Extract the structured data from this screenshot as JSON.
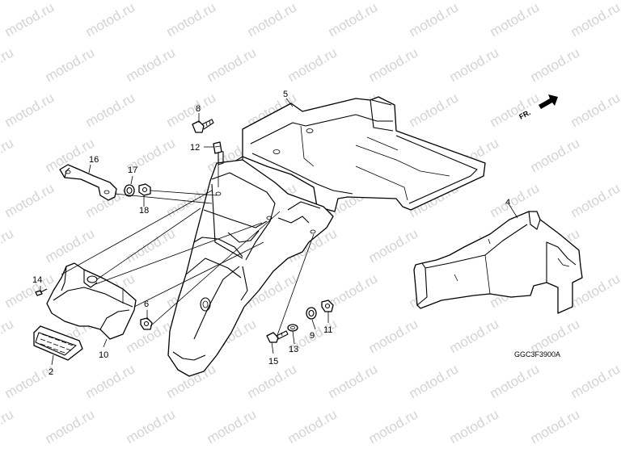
{
  "watermark": {
    "text": "motod.ru"
  },
  "diagram_code": "GGC3F3900A",
  "direction": {
    "label": "FR."
  },
  "callouts": [
    {
      "id": "c1",
      "label": "5"
    },
    {
      "id": "c2",
      "label": "8"
    },
    {
      "id": "c3",
      "label": "12"
    },
    {
      "id": "c4",
      "label": "16"
    },
    {
      "id": "c5",
      "label": "17"
    },
    {
      "id": "c6",
      "label": "18"
    },
    {
      "id": "c7",
      "label": "4"
    },
    {
      "id": "c8",
      "label": "14"
    },
    {
      "id": "c9",
      "label": "6"
    },
    {
      "id": "c10",
      "label": "10"
    },
    {
      "id": "c11",
      "label": "2"
    },
    {
      "id": "c12",
      "label": "15"
    },
    {
      "id": "c13",
      "label": "13"
    },
    {
      "id": "c14",
      "label": "9"
    },
    {
      "id": "c15",
      "label": "11"
    }
  ]
}
